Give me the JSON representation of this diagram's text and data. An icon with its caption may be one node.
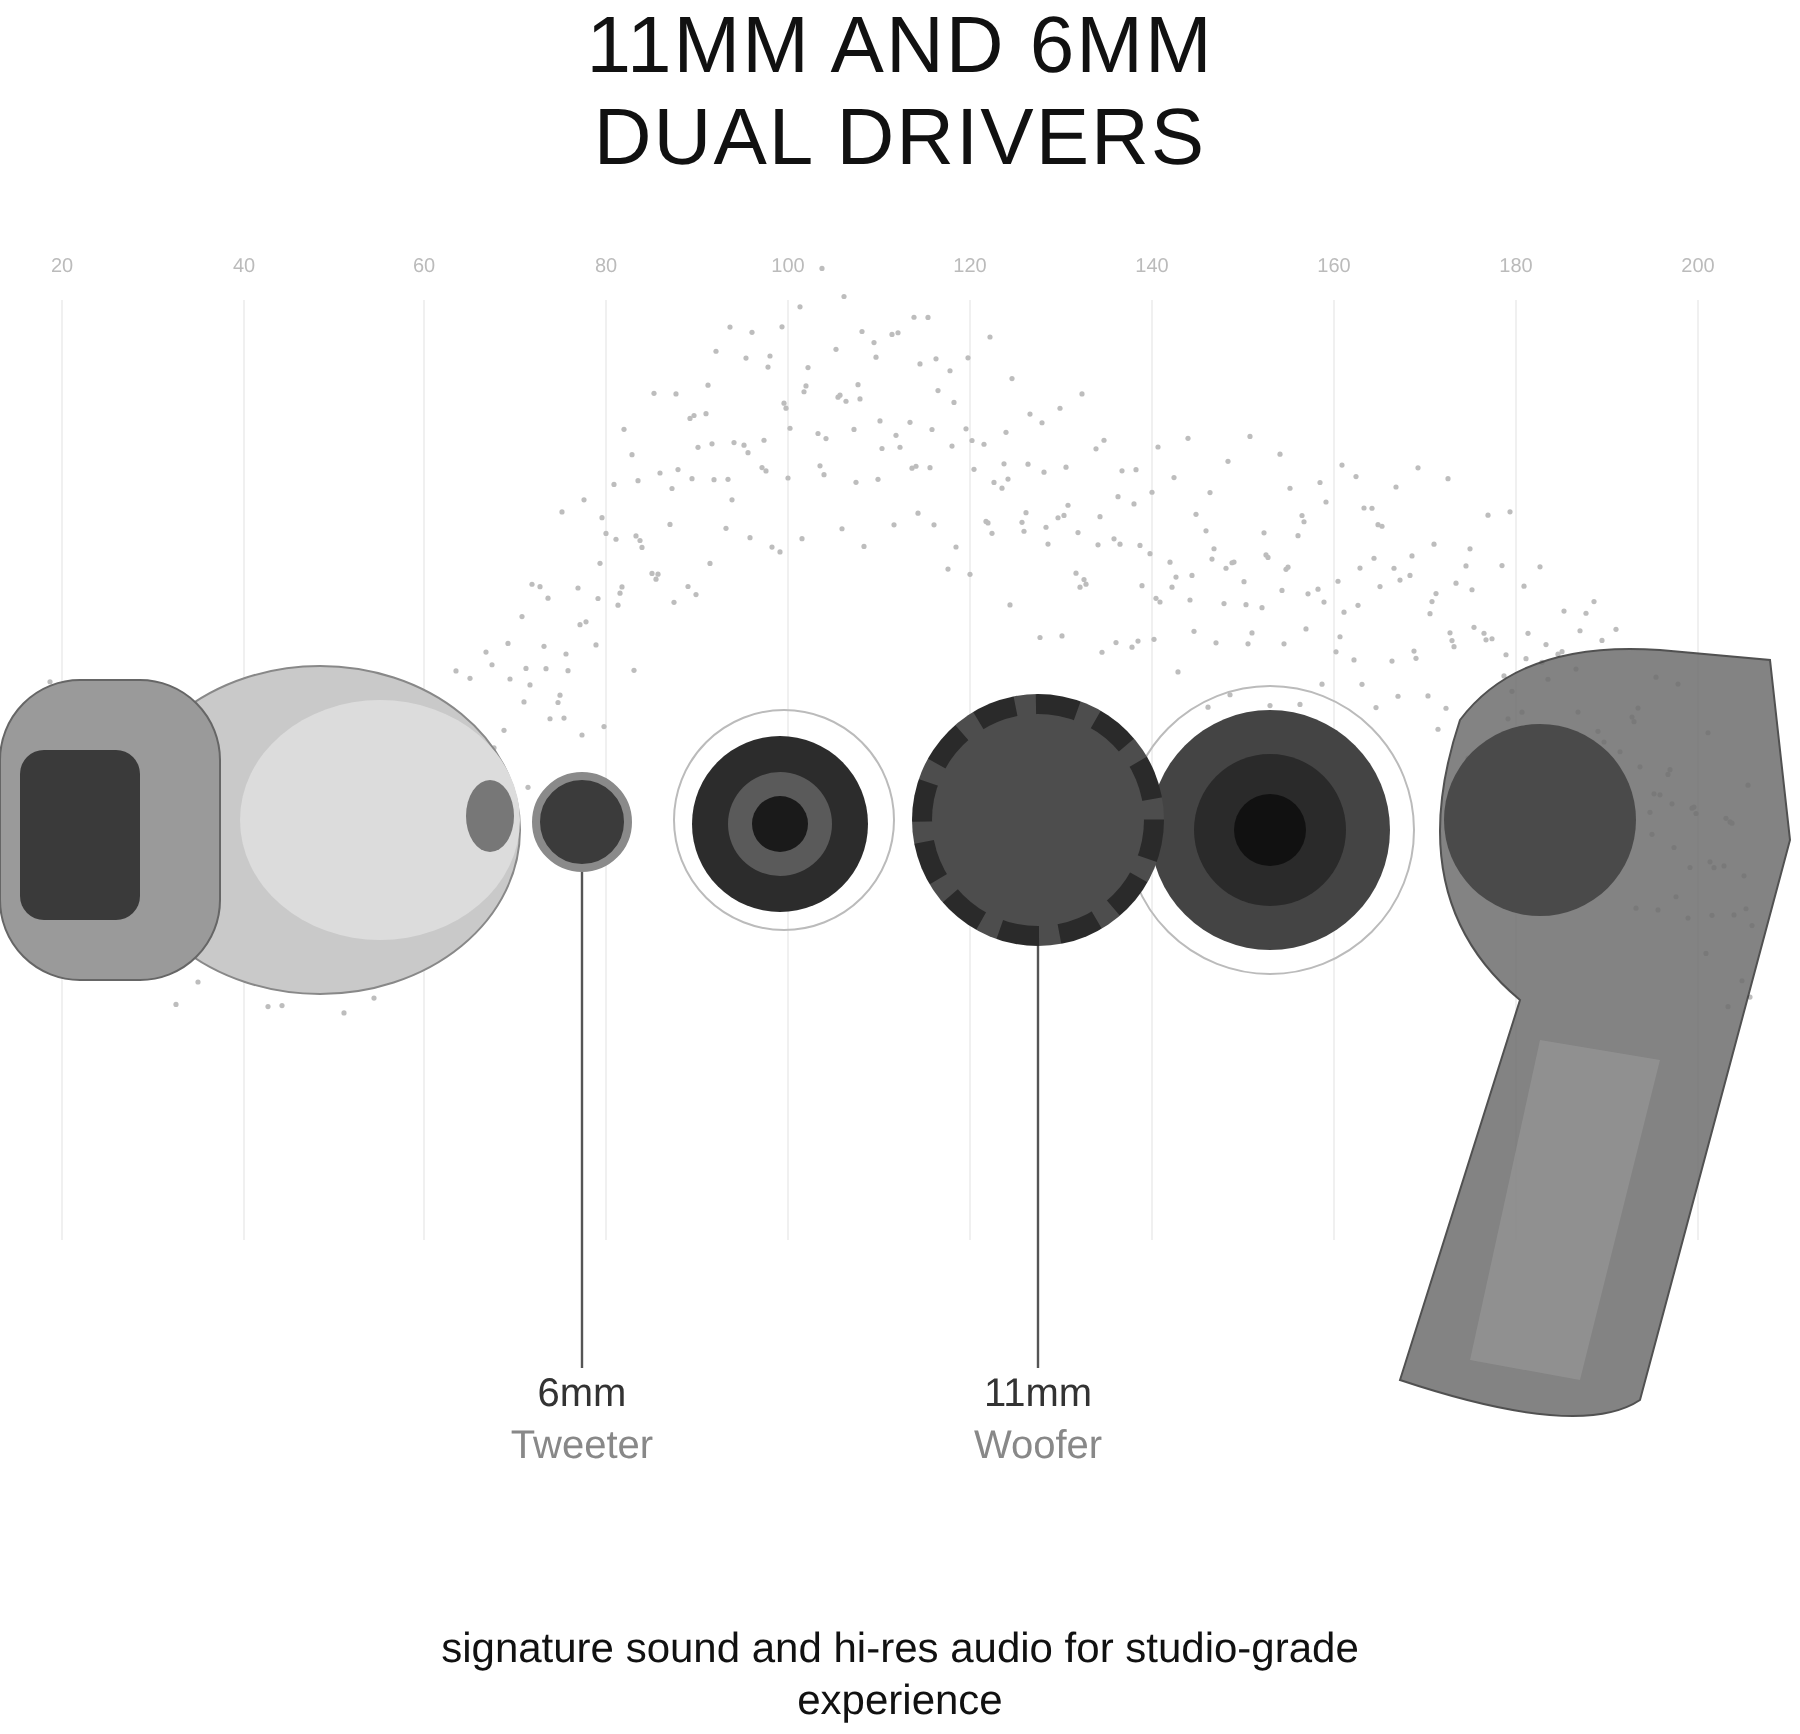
{
  "diagram": {
    "title": "11MM AND 6MM **DUAL DRIVERS**",
    "caption": "signature sound and hi-res audio for studio-grade experience",
    "nodes": [
      {
        "text": [
          "6mm",
          "Tweeter"
        ]
      },
      {
        "text": [
          "11mm",
          "Woofer"
        ]
      },
      {
        "text": [],
        "shape": "picture"
      },
      {
        "text": [],
        "shape": "picture"
      }
    ],
    "edges": [
      {
        "from": 0,
        "to": 2,
        "arrow": "none"
      },
      {
        "from": 1,
        "to": 3,
        "arrow": "none"
      }
    ],
    "labels": [
      "20",
      "40",
      "60",
      "80",
      "100",
      "120",
      "140",
      "160",
      "180",
      "200"
    ]
  }
}
